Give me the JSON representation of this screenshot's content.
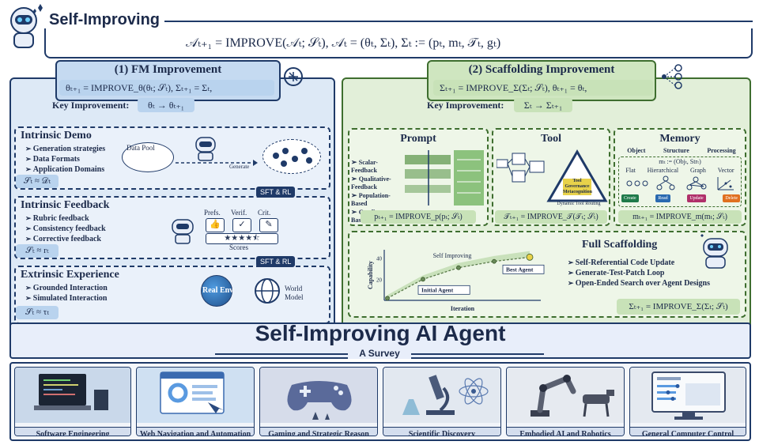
{
  "header": {
    "title": "Self-Improving",
    "equation": "𝒜ₜ₊₁ = IMPROVE(𝒜ₜ; 𝒮ₜ),   𝒜ₜ = (θₜ, Σₜ),   Σₜ := (pₜ, mₜ, 𝒯ₜ, gₜ)"
  },
  "fm": {
    "title": "(1) FM Improvement",
    "equation": "θₜ₊₁ = IMPROVE_θ(θₜ; 𝒮ₜ),     Σₜ₊₁ = Σₜ,",
    "key_label": "Key Improvement:",
    "key_value": "θₜ → θₜ₊₁",
    "demo": {
      "title": "Intrinsic Demo",
      "items": [
        "Generation strategies",
        "Data Formats",
        "Application Domains"
      ],
      "cond": "𝒮ₜ ≈ 𝒟ₜ",
      "pool_label": "Data Pool",
      "generate_label": "Generate"
    },
    "feedback": {
      "title": "Intrinsic Feedback",
      "items": [
        "Rubric feedback",
        "Consistency feedback",
        "Corrective feedback"
      ],
      "cond": "𝒮ₜ ≈ rₜ",
      "tag": "SFT & RL",
      "cols": [
        "Prefs.",
        "Verif.",
        "Crit."
      ],
      "stars": "★★★★⯪",
      "scores_label": "Scores"
    },
    "extrinsic": {
      "title": "Extrinsic Experience",
      "items": [
        "Grounded Interaction",
        "Simulated Interaction"
      ],
      "cond": "𝒮ₜ ≈ τₜ",
      "tag": "SFT & RL",
      "real_env": "Real Env",
      "world_model": "World Model"
    }
  },
  "scaffold": {
    "title": "(2) Scaffolding Improvement",
    "equation": "Σₜ₊₁ = IMPROVE_Σ(Σₜ; 𝒮ₜ),     θₜ₊₁ = θₜ,",
    "key_label": "Key Improvement:",
    "key_value": "Σₜ → Σₜ₊₁",
    "prompt": {
      "title": "Prompt",
      "items": [
        "Scalar-Feedback",
        "Qualitative-Feedback",
        "Population-Based",
        "Gradient-Based"
      ],
      "eq": "pₜ₊₁ = IMPROVE_p(pₜ; 𝒮ₜ)"
    },
    "tool": {
      "title": "Tool",
      "triangle_label": "Tool Governance Metacognition",
      "bottom_label": "Dynamic Tool Routing",
      "eq": "𝒯ₜ₊₁ = IMPROVE_𝒯(𝒯ₜ; 𝒮ₜ)"
    },
    "memory": {
      "title": "Memory",
      "aspects": [
        "Object",
        "Structure",
        "Processing"
      ],
      "formula": "mₜ := (Objₜ, Strₜ)",
      "kinds": [
        "Flat",
        "Hierarchical",
        "Graph",
        "Vector"
      ],
      "ops": [
        "Create",
        "Read",
        "Update",
        "Delete"
      ],
      "eq": "mₜ₊₁ = IMPROVE_m(mₜ; 𝒮ₜ)"
    },
    "full": {
      "title": "Full Scaffolding",
      "items": [
        "Self-Referential Code Update",
        "Generate-Test-Patch Loop",
        "Open-Ended Search over Agent Designs"
      ],
      "eq": "Σₜ₊₁ = IMPROVE_Σ(Σₜ; 𝒮ₜ)"
    }
  },
  "chart_data": {
    "type": "line",
    "title": "Self Improving",
    "xlabel": "Iteration",
    "ylabel": "Capability",
    "x": [
      0,
      1,
      2,
      3,
      4
    ],
    "values": [
      2,
      20,
      31,
      37,
      41
    ],
    "ylim": [
      0,
      48
    ],
    "yticks": [
      20,
      40
    ],
    "annotations": [
      "Initial Agent",
      "Best Agent"
    ],
    "colors": {
      "line": "#5a7a4a",
      "point": "#6b8b5b",
      "best": "#e8d24a"
    }
  },
  "banner": {
    "title": "Self-Improving AI Agent",
    "subtitle": "A Survey"
  },
  "categories": [
    {
      "label": "Software Engineering"
    },
    {
      "label": "Web Navigation and Automation"
    },
    {
      "label": "Gaming and Strategic Reason"
    },
    {
      "label": "Scientific Discovery"
    },
    {
      "label": "Embodied AI and Robotics"
    },
    {
      "label": "General Computer Control"
    }
  ]
}
